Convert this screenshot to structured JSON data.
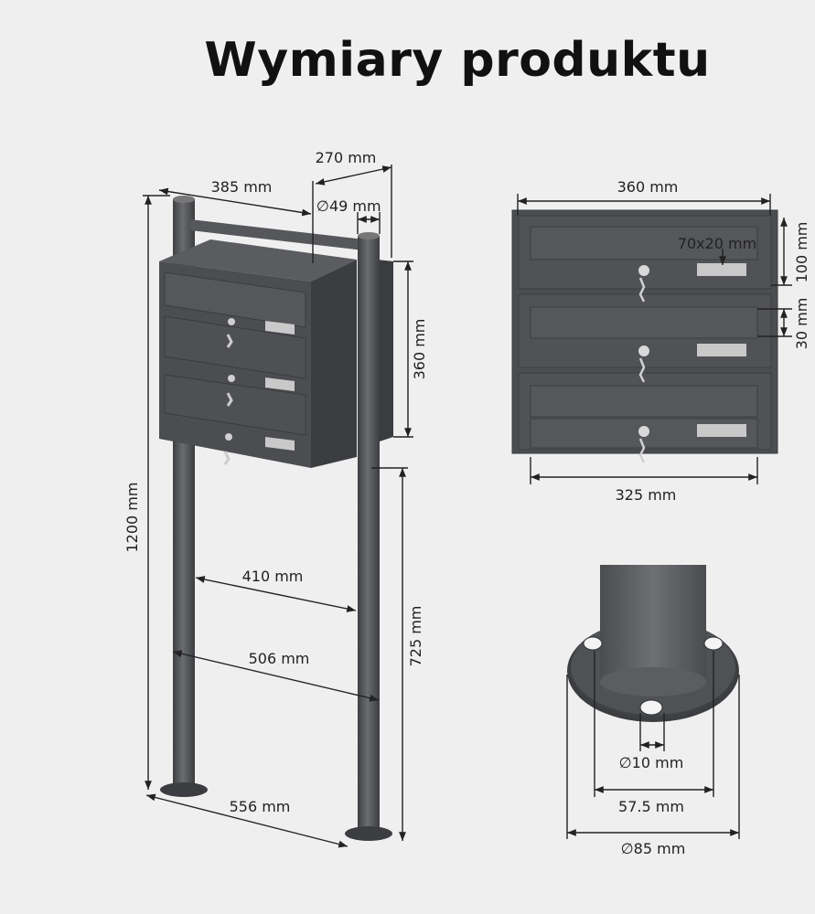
{
  "title": "Wymiary produktu",
  "colors": {
    "background": "#efefef",
    "metal": "#4b4d50",
    "metal_dark": "#3a3c3f",
    "text": "#222222"
  },
  "dimensions": {
    "box_depth": "270 mm",
    "box_width": "385 mm",
    "post_diameter": "49 mm",
    "diameter_symbol": "∅",
    "box_height": "360 mm",
    "total_height": "1200 mm",
    "post_gap_inner": "410 mm",
    "post_gap_outer": "506 mm",
    "post_height_below_box": "725 mm",
    "base_span": "556 mm"
  },
  "front_view": {
    "width": "360 mm",
    "nameplate": "70x20 mm",
    "compartment_height": "100 mm",
    "flap_height": "30 mm",
    "flap_width": "325 mm"
  },
  "base_detail": {
    "hole_diameter": "10 mm",
    "hole_spacing": "57.5 mm",
    "plate_diameter": "85 mm"
  }
}
